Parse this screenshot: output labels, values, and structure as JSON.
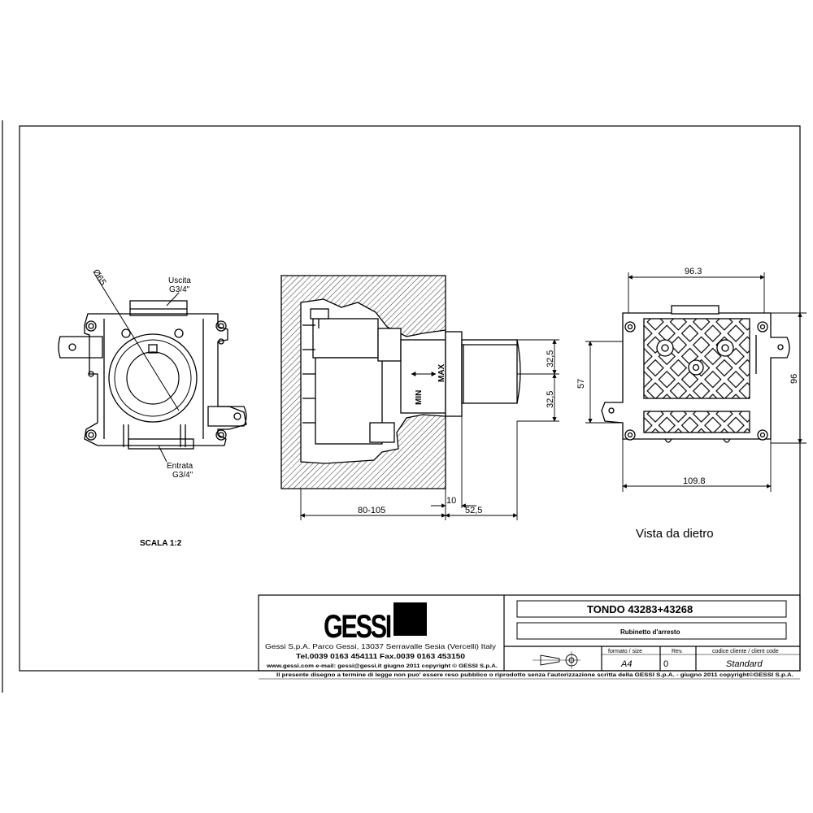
{
  "views": {
    "front": {
      "diameter_label": "Ø65",
      "outlet_label_1": "Uscita",
      "outlet_label_2": "G3/4\"",
      "inlet_label_1": "Entrata",
      "inlet_label_2": "G3/4\""
    },
    "section": {
      "dim_top": "32,5",
      "dim_bottom": "32,5",
      "dim_depth": "80-105",
      "dim_wall": "10",
      "dim_proj": "52,5",
      "max_label": "MAX",
      "min_label": "MIN"
    },
    "back": {
      "dim_width_top": "96.3",
      "dim_height_left": "57",
      "dim_height_right": "96",
      "dim_width_bottom": "109.8",
      "caption": "Vista da dietro"
    },
    "scale": "SCALA 1:2"
  },
  "title_block": {
    "logo_text": "GESSI",
    "company_line": "Gessi S.p.A. Parco Gessi, 13037 Serravalle Sesia (Vercelli) Italy",
    "phone_line": "Tel.0039 0163 454111 Fax.0039 0163 453150",
    "web_line": "www.gessi.com  e-mail: gessi@gessi.it    giugno 2011   copyright © GESSI S.p.A.",
    "product_title": "TONDO 43283+43268",
    "product_subtitle": "Rubinetto d'arresto",
    "format_header": "formato / size",
    "format_value": "A4",
    "rev_header": "Rev.",
    "rev_value": "0",
    "client_header": "codice cliente / client code",
    "client_value": "Standard",
    "footer_note": "Il presente disegno a termine di legge non puo' essere reso pubblico o riprodotto senza l'autorizzazione scritta della GESSI S.p.A. - giugno 2011 copyright©GESSI S.p.A."
  }
}
